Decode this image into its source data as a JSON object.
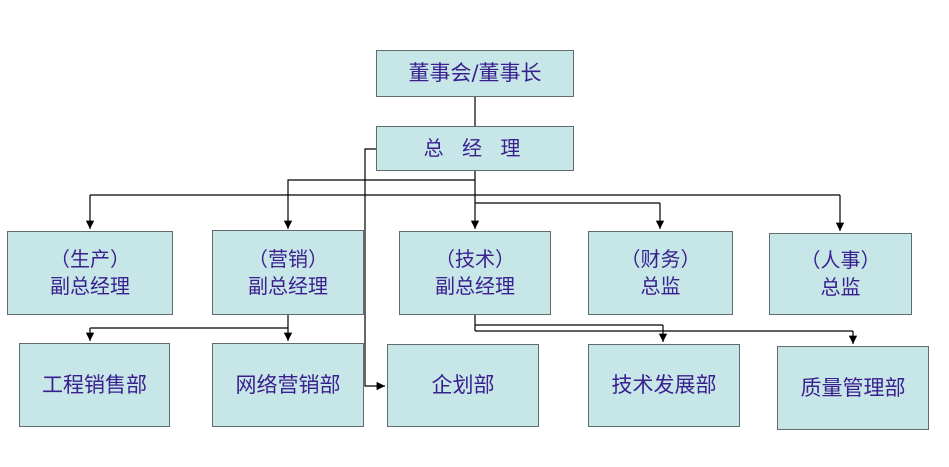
{
  "org_chart": {
    "top": {
      "label": "董事会/董事长"
    },
    "gm": {
      "label": "总 经 理"
    },
    "vps": [
      {
        "line1": "（生产）",
        "line2": "副总经理"
      },
      {
        "line1": "（营销）",
        "line2": "副总经理"
      },
      {
        "line1": "（技术）",
        "line2": "副总经理"
      },
      {
        "line1": "（财务）",
        "line2": "总监"
      },
      {
        "line1": "（人事）",
        "line2": "总监"
      }
    ],
    "depts": [
      {
        "label": "工程销售部"
      },
      {
        "label": "网络营销部"
      },
      {
        "label": "企划部"
      },
      {
        "label": "技术发展部"
      },
      {
        "label": "质量管理部"
      }
    ],
    "colors": {
      "box_fill": "#c7e6e7",
      "box_border": "#5f6b6c",
      "text": "#3a1f8f",
      "line": "#000000"
    }
  }
}
